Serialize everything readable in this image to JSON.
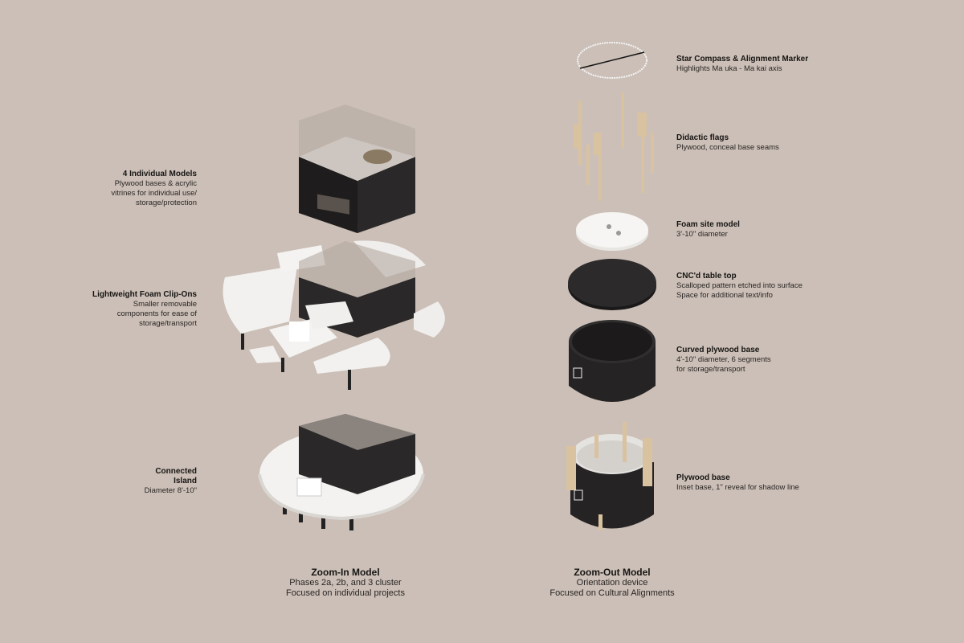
{
  "left_labels": [
    {
      "title": "4 Individual Models",
      "lines": [
        "Plywood bases & acrylic",
        "vitrines for individual use/",
        "storage/protection"
      ]
    },
    {
      "title": "Lightweight Foam Clip-Ons",
      "lines": [
        "Smaller removable",
        "components for ease of",
        "storage/transport"
      ]
    },
    {
      "title": "Connected",
      "title2": "Island",
      "lines": [
        "Diameter 8'-10\""
      ]
    }
  ],
  "right_labels": [
    {
      "title": "Star Compass & Alignment Marker",
      "lines": [
        "Highlights Ma uka - Ma kai axis"
      ]
    },
    {
      "title": "Didactic flags",
      "lines": [
        "Plywood, conceal base seams"
      ]
    },
    {
      "title": "Foam site model",
      "lines": [
        "3'-10\" diameter"
      ]
    },
    {
      "title": "CNC'd table top",
      "lines": [
        "Scalloped  pattern etched into surface",
        "Space for additional text/info"
      ]
    },
    {
      "title": "Curved plywood base",
      "lines": [
        "4'-10\" diameter, 6 segments",
        "for storage/transport"
      ]
    },
    {
      "title": "Plywood base",
      "lines": [
        "Inset base, 1\" reveal for shadow line"
      ]
    }
  ],
  "captions": [
    {
      "title": "Zoom-In Model",
      "lines": [
        "Phases 2a, 2b, and 3 cluster",
        "Focused on individual projects"
      ]
    },
    {
      "title": "Zoom-Out Model",
      "lines": [
        "Orientation device",
        "Focused on Cultural Alignments"
      ]
    }
  ],
  "colors": {
    "background": "#cbbfb7",
    "dark_wood": "#2a2828",
    "foam": "#f2f1ef",
    "plywood": "#d9c2a0"
  }
}
